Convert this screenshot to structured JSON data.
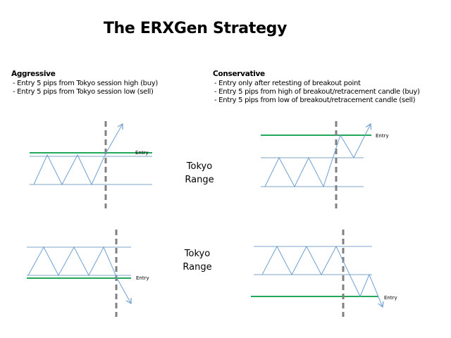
{
  "title": "The ERXGen Strategy",
  "aggressive": {
    "heading": "Aggressive",
    "lines": [
      "- Entry 5 pips from Tokyo session high (buy)",
      "- Entry 5 pips from Tokyo session low (sell)"
    ]
  },
  "conservative": {
    "heading": "Conservative",
    "lines": [
      "- Entry only after retesting of breakout point",
      "- Entry 5 pips from high of breakout/retracement candle (buy)",
      "- Entry 5 pips from low of breakout/retracement candle (sell)"
    ]
  },
  "range_label_top": [
    "Tokyo",
    "Range"
  ],
  "range_label_bottom": [
    "Tokyo",
    "Range"
  ],
  "entry_label": "Entry",
  "colors": {
    "range_line": "#7ea6c9",
    "entry_line": "#22a85a",
    "price_path": "#6f9fd0",
    "breakout_dash": "#808080"
  }
}
